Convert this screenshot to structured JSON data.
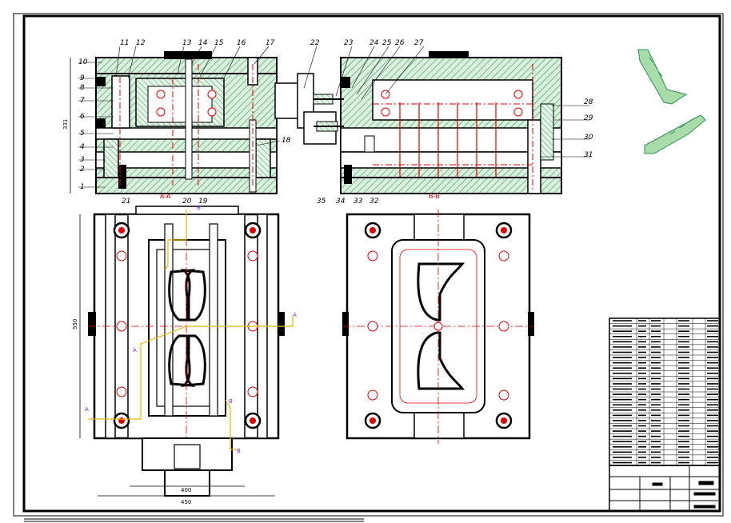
{
  "views": {
    "section_a_label": "A-A",
    "section_b_label": "B-B",
    "cutting_plane_a": "A",
    "cutting_plane_b": "B"
  },
  "part_labels": [
    "1",
    "2",
    "3",
    "4",
    "5",
    "6",
    "7",
    "8",
    "9",
    "10",
    "11",
    "12",
    "13",
    "14",
    "15",
    "16",
    "17",
    "18",
    "19",
    "20",
    "21",
    "22",
    "23",
    "24",
    "25",
    "26",
    "27",
    "28",
    "29",
    "30",
    "31",
    "32",
    "33",
    "34",
    "35"
  ],
  "dimensions": {
    "height_left": "331",
    "height_plan": "550",
    "width_inner": "400",
    "width_outer": "450"
  },
  "colors": {
    "frame": "#000000",
    "hatch": "#2e8b57",
    "centerline": "#dd0000",
    "cut_line": "#e6b800",
    "point": "#8a2be2",
    "part_fill": "#7fc97f"
  },
  "part_icon_name": "molded-part-icon",
  "title_block_label": "title-block",
  "bom_rows": 28
}
